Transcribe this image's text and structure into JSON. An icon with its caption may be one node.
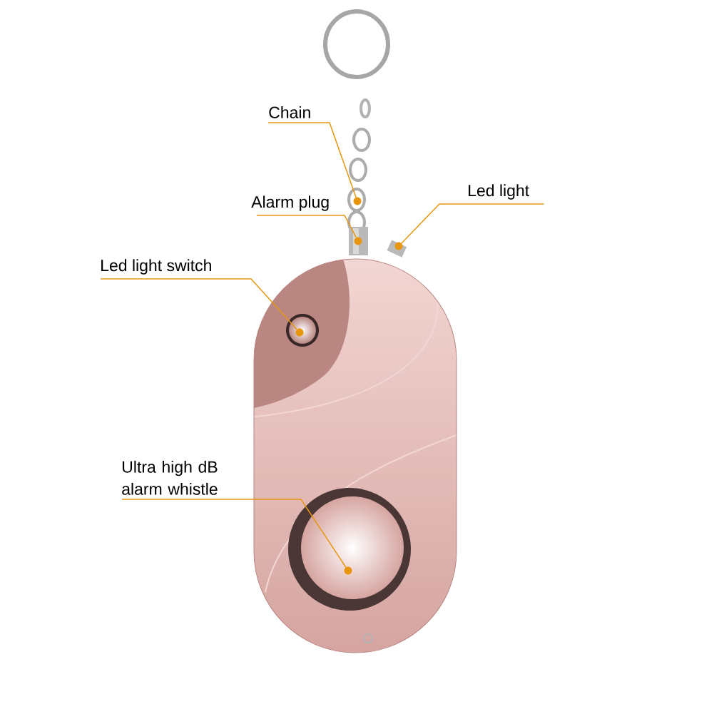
{
  "diagram": {
    "nodes": [
      {
        "text": [
          "Chain"
        ]
      },
      {
        "text": [
          "Alarm plug"
        ]
      },
      {
        "text": [
          "Led light"
        ]
      },
      {
        "text": [
          "Led light switch"
        ]
      },
      {
        "text": [
          "Ultra high dB alarm whistle"
        ]
      },
      {
        "text": [],
        "shape": "circle"
      },
      {
        "text": [],
        "shape": "circle"
      },
      {
        "text": [],
        "shape": "circle"
      },
      {
        "text": [],
        "shape": "circle"
      },
      {
        "text": [],
        "shape": "circle"
      }
    ],
    "edges": [
      {
        "from": 0,
        "to": 5,
        "arrow": "none"
      },
      {
        "from": 1,
        "to": 6,
        "arrow": "none"
      },
      {
        "from": 2,
        "to": 7,
        "arrow": "none"
      },
      {
        "from": 3,
        "to": 8,
        "arrow": "none"
      },
      {
        "from": 4,
        "to": 9,
        "arrow": "none"
      }
    ]
  }
}
